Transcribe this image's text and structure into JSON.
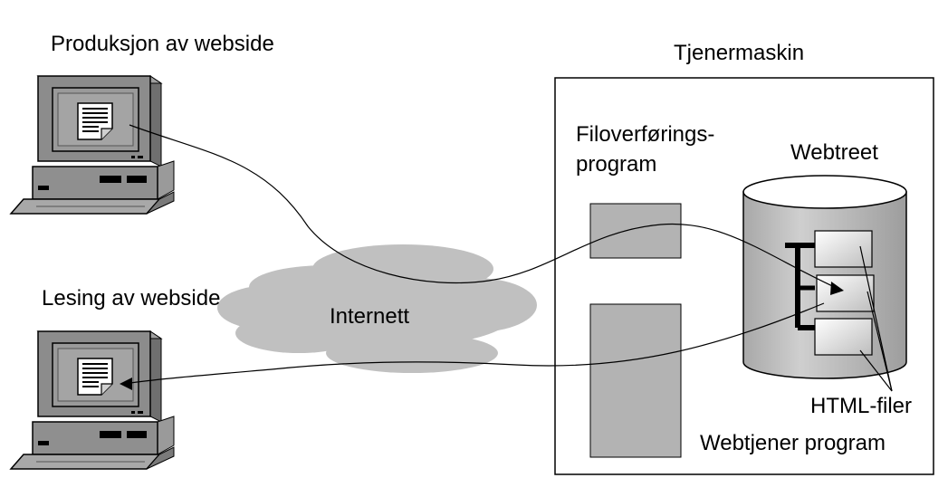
{
  "labels": {
    "production": "Produksjon av webside",
    "server": "Tjenermaskin",
    "ftp_line1": "Filoverførings-",
    "ftp_line2": "program",
    "webtree": "Webtreet",
    "reading": "Lesing av webside",
    "internet": "Internett",
    "html_files": "HTML-filer",
    "webserver": "Webtjener program"
  },
  "colors": {
    "box_gray": "#b3b3b3",
    "cloud_gray": "#c0c0c0",
    "cylinder_gray": "#bdbdbd",
    "monitor_dark": "#8c8c8c",
    "stroke": "#000000"
  },
  "icons": {
    "computer": "desktop-computer-icon",
    "document": "document-icon",
    "cloud": "cloud-icon",
    "database": "database-cylinder-icon"
  }
}
